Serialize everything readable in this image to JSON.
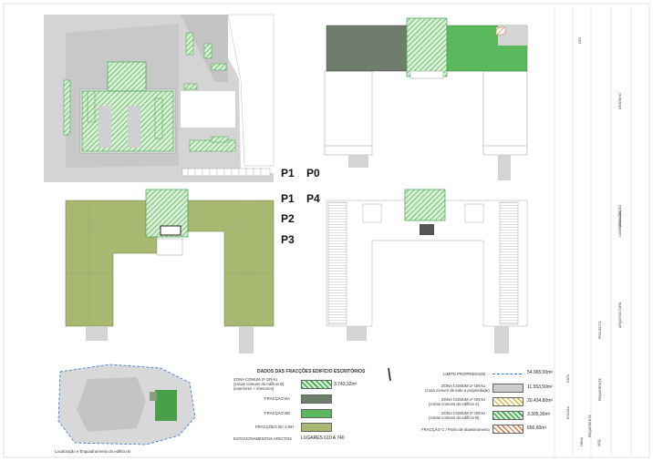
{
  "floor_labels": {
    "p1_top": "P1",
    "p0": "P0",
    "p1_bottom": "P1",
    "p4": "P4",
    "p2": "P2",
    "p3": "P3"
  },
  "legend": {
    "title": "DADOS DAS FRACÇÕES EDIFÍCIO ESCRITÓRIOS",
    "rows": [
      {
        "label": "ZONA COMUM 2º GRAU",
        "sub1": "(zonas comuns do edifício B)",
        "sub2": "(exteriores + interiores)",
        "value": "3.743,32m²",
        "swatch": "hatch-green"
      },
      {
        "label": "FRACÇÃO BA",
        "value": "",
        "swatch": "#6f7d6c"
      },
      {
        "label": "FRACÇÃO BB",
        "value": "",
        "swatch": "#5cb85c"
      },
      {
        "label": "FRACÇÕES BC a BH",
        "value": "",
        "swatch": "#a9b871"
      },
      {
        "label": "ESTACIONAMENTOS AFECTOS",
        "value": "LUGARES 610 A 740",
        "swatch": ""
      }
    ]
  },
  "legend2": {
    "rows": [
      {
        "label": "LIMITE PROPRIEDADE",
        "value": "54.965,00m²",
        "swatch": "dash-blue"
      },
      {
        "label": "ZONA COMUM 1º GRAU",
        "sub1": "(zona comum de todo a propriedade)",
        "value": "11.553,50m²",
        "swatch": "#cccccc"
      },
      {
        "label": "ZONA COMUM 1º GRAU",
        "sub1": "(zonas comuns do edifício A)",
        "value": "20.434,80m²",
        "swatch": "hatch-yellow"
      },
      {
        "label": "ZONA COMUM 2º GRAU",
        "sub1": "(zonas comuns do edifício B)",
        "value": "3.305,30m²",
        "swatch": "hatch-green"
      },
      {
        "label": "FRACÇÃO C / Posto de abastecimento",
        "value": "656,60m²",
        "swatch": "hatch-orange"
      }
    ]
  },
  "location_caption": "Localização e Enquadramento do edifício B",
  "title_block": {
    "labels": [
      "DES",
      "ESCALA",
      "DATA",
      "REQUERENTE",
      "PROJECTO",
      "DESENHO",
      "COORDENAÇÃO",
      "ARQUITECTURA",
      "LOCALIZAÇÃO",
      "OBRA",
      "REQUERENTE",
      "ARQ"
    ]
  },
  "colors": {
    "green_dark": "#6f7d6c",
    "green_bright": "#5cb85c",
    "olive": "#a9b871",
    "hatch": "#3fa34d",
    "site_gray": "#d4d4d4"
  }
}
